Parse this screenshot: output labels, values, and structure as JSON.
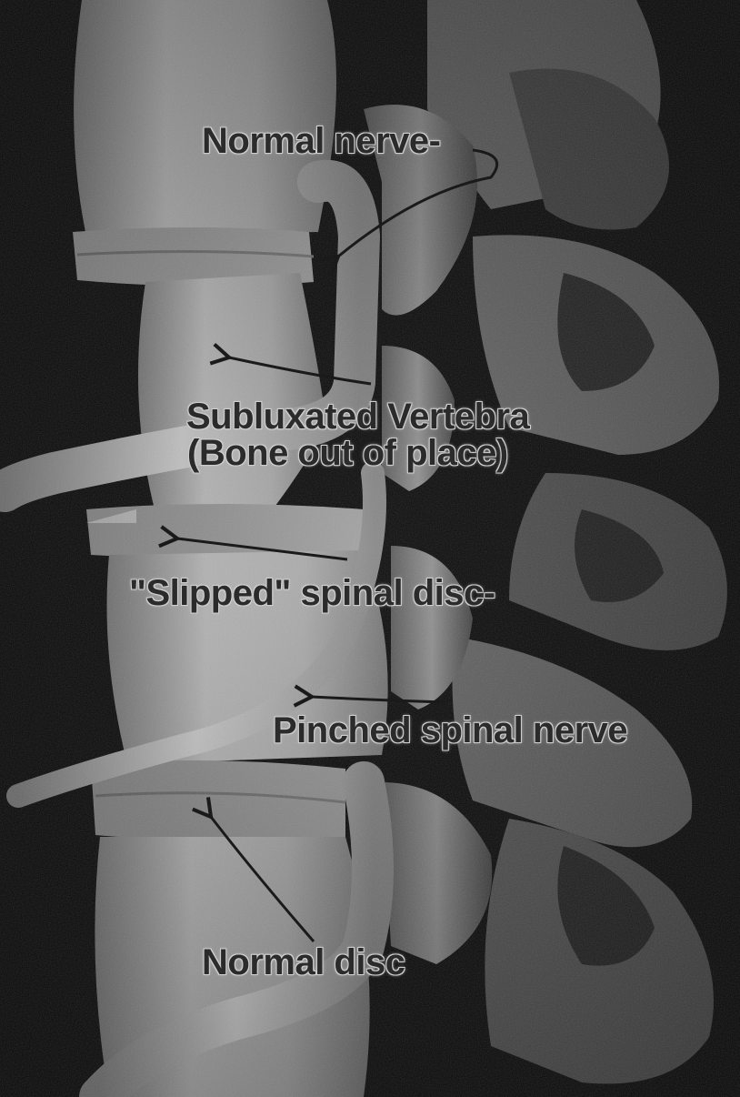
{
  "figure": {
    "labels": {
      "normal_nerve": "Normal nerve-",
      "subluxated_line1": "Subluxated Vertebra",
      "subluxated_line2": "(Bone out of place)",
      "slipped_disc": "\"Slipped\" spinal disc-",
      "pinched_nerve": "Pinched spinal nerve",
      "normal_disc": "Normal disc"
    }
  }
}
